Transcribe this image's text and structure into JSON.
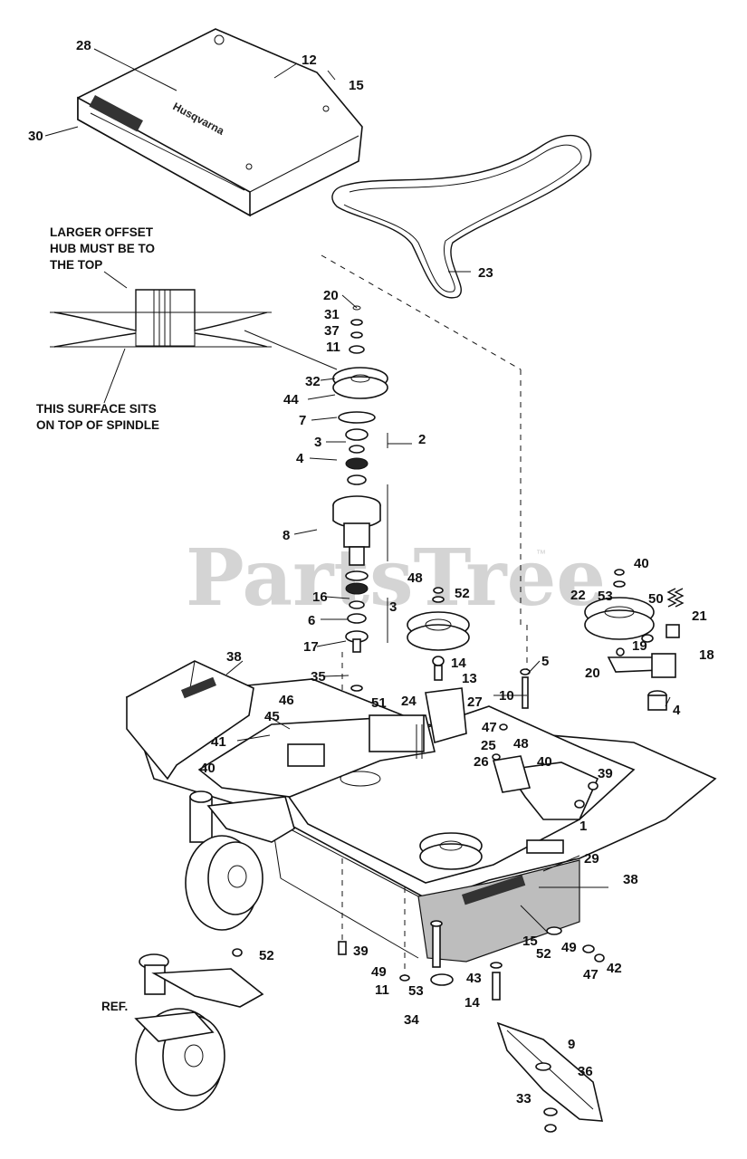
{
  "watermark": {
    "text": "PartsTree",
    "trademark": "™"
  },
  "notes": {
    "offset_hub": [
      "LARGER OFFSET",
      "HUB MUST BE TO",
      "THE TOP"
    ],
    "spindle_surface": [
      "THIS SURFACE SITS",
      "ON TOP OF SPINDLE"
    ]
  },
  "ref_label": "REF.",
  "callouts": [
    "28",
    "12",
    "15",
    "30",
    "23",
    "20",
    "31",
    "37",
    "11",
    "32",
    "44",
    "7",
    "2",
    "3",
    "4",
    "8",
    "48",
    "52",
    "40",
    "22",
    "50",
    "21",
    "53",
    "19",
    "20",
    "18",
    "4",
    "16",
    "3",
    "6",
    "17",
    "14",
    "5",
    "35",
    "13",
    "10",
    "38",
    "46",
    "51",
    "24",
    "27",
    "45",
    "41",
    "47",
    "48",
    "25",
    "40",
    "26",
    "40",
    "39",
    "1",
    "29",
    "38",
    "39",
    "52",
    "49",
    "11",
    "53",
    "43",
    "14",
    "15",
    "52",
    "49",
    "47",
    "42",
    "34",
    "9",
    "36",
    "33"
  ]
}
